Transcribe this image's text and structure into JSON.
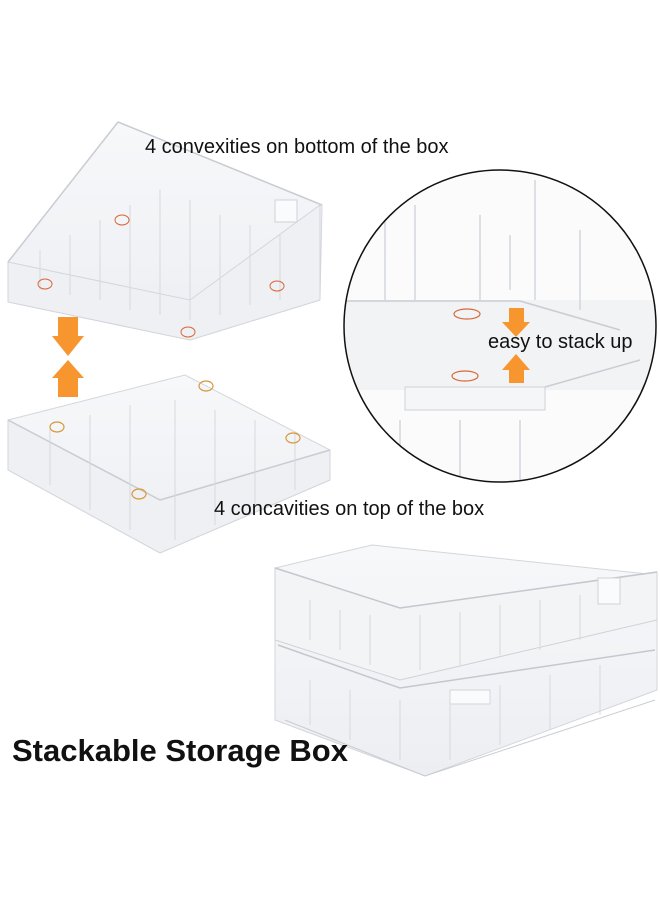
{
  "product": {
    "title": "Stackable Storage Box",
    "captions": {
      "bottom_feature": "4 convexities on bottom of the box",
      "top_feature": "4 concavities on top of the box",
      "detail_callout": "easy to stack up"
    },
    "colors": {
      "arrow": "#f7952f",
      "marker_circle": "#d9683a",
      "text": "#111111",
      "background": "#ffffff"
    },
    "icons": {
      "left_arrows": "converging-arrows",
      "detail_arrows": "converging-arrows"
    }
  }
}
